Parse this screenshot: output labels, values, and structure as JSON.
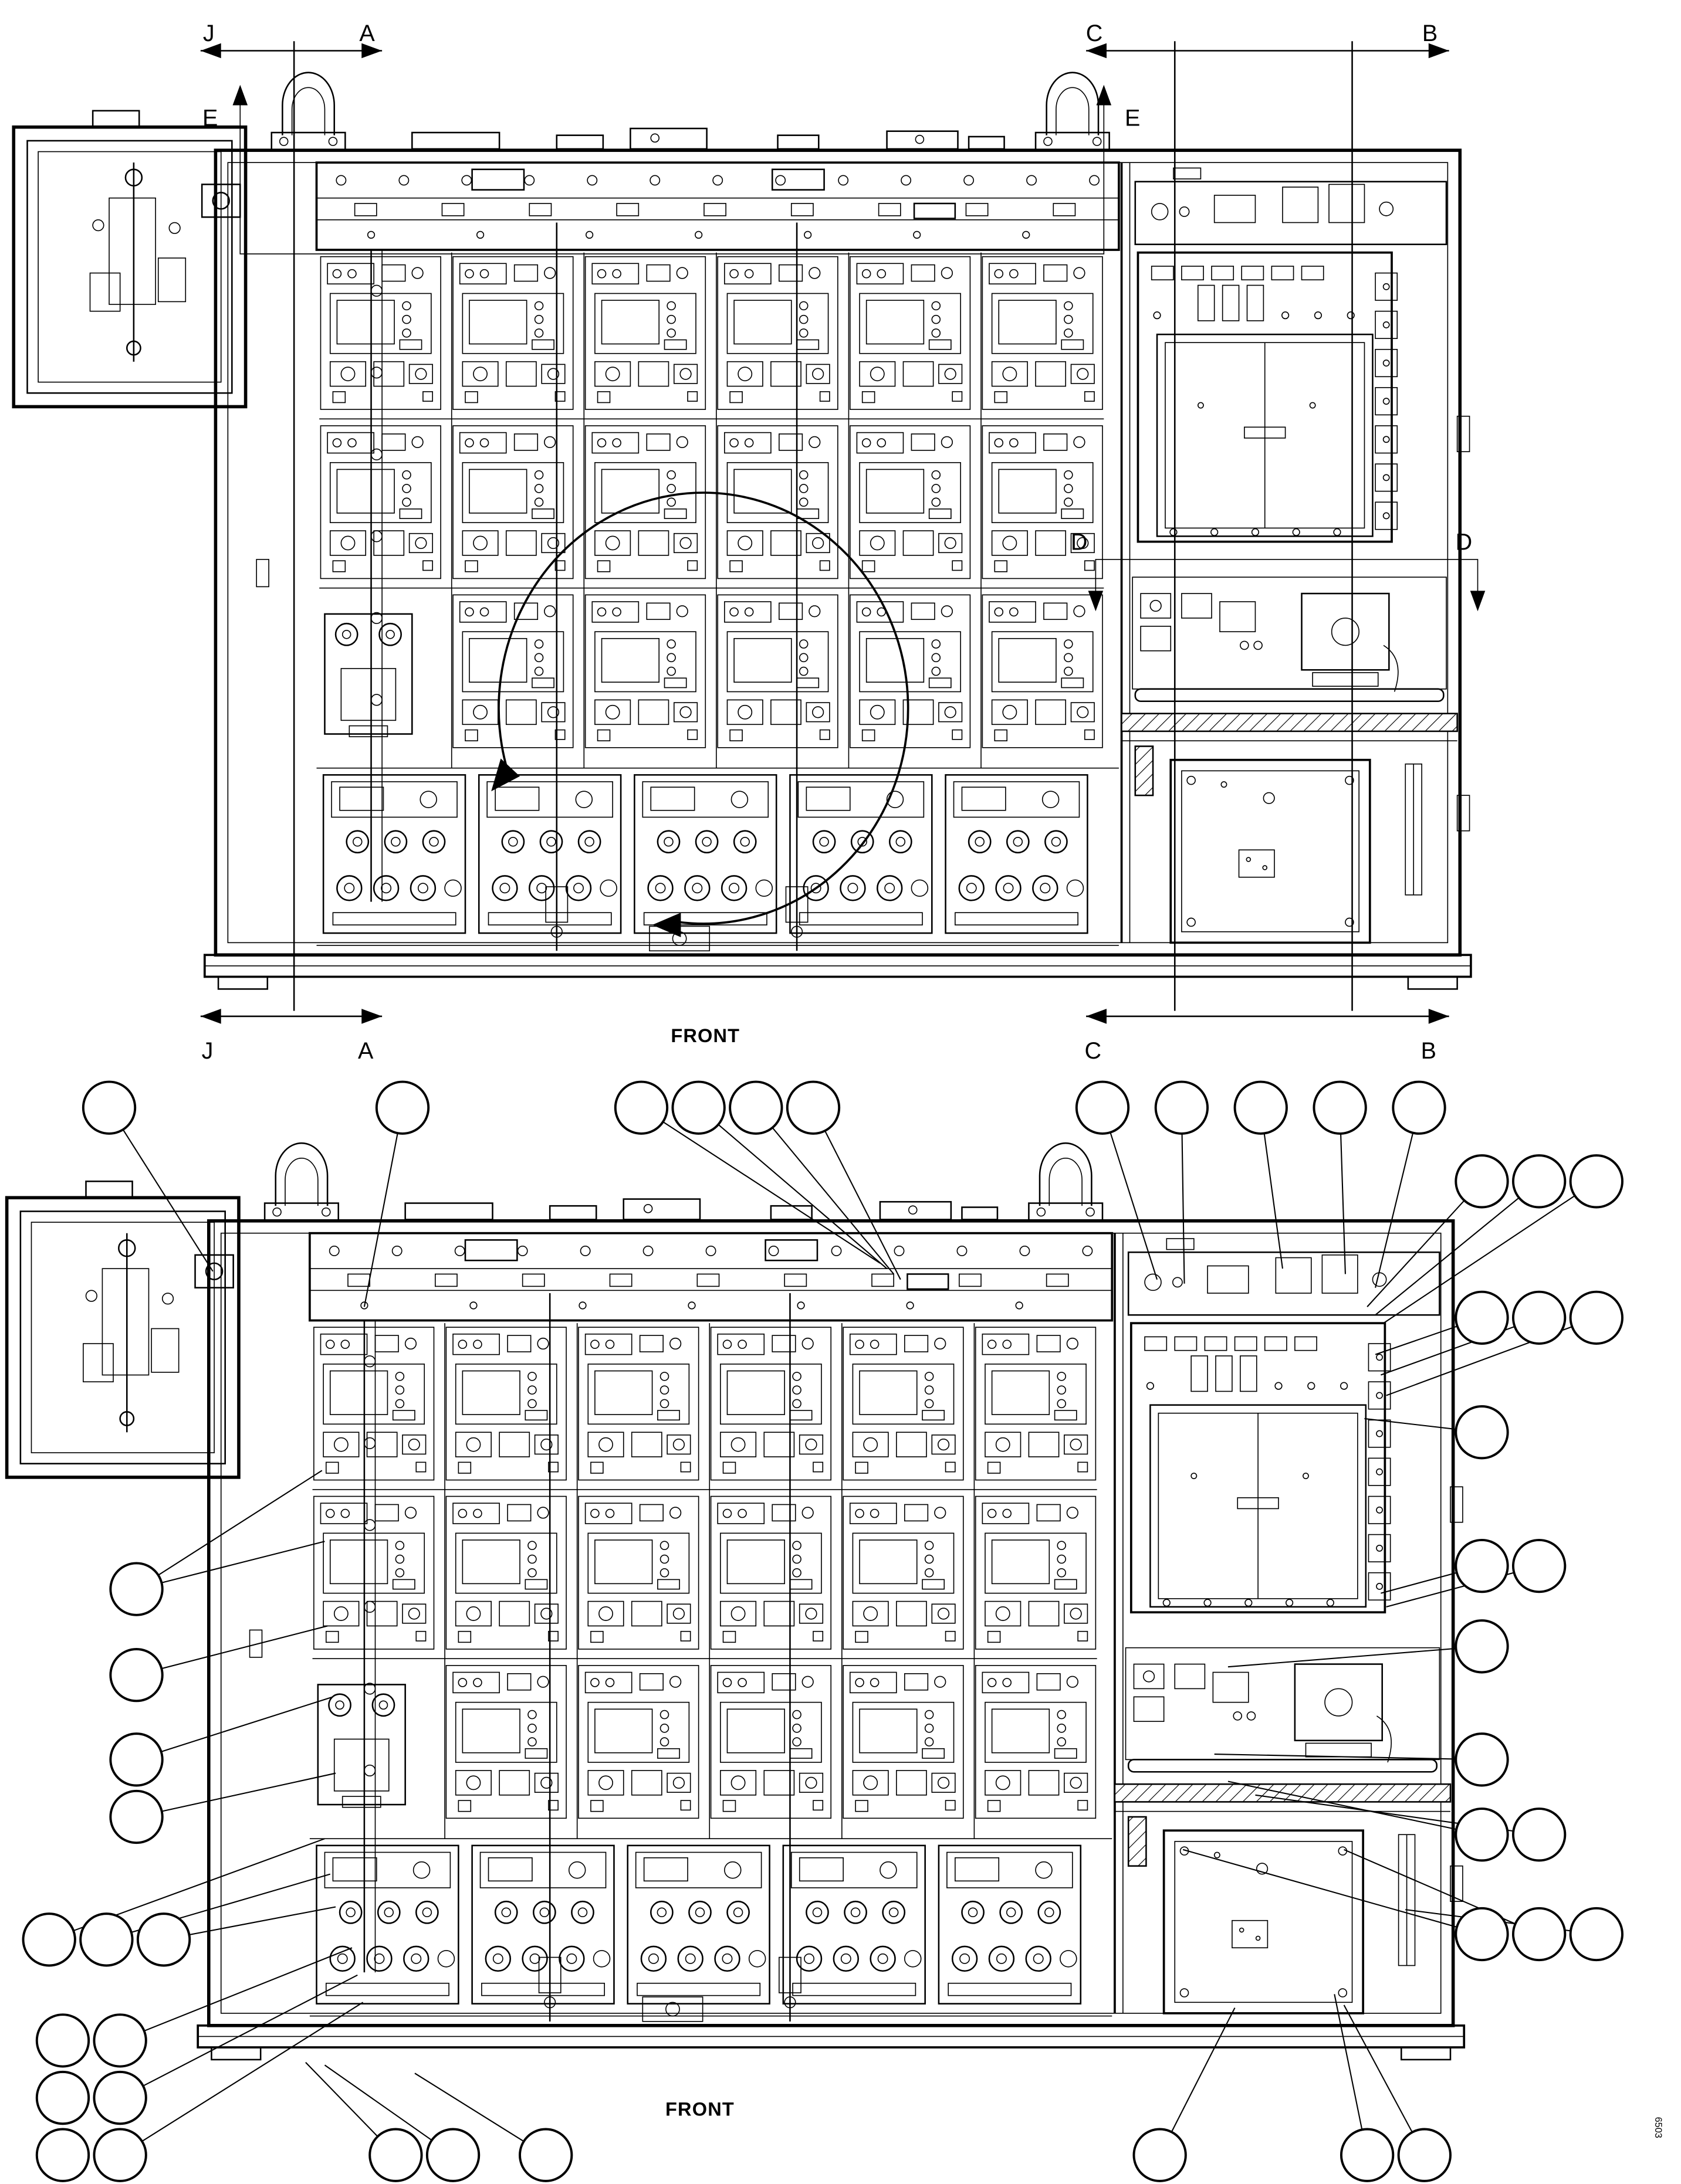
{
  "drawing": {
    "type": "technical-assembly-diagram",
    "description": "Electrical equipment cabinet drawing; upper view with section cutting-plane markers, lower view with parts callout balloons",
    "ink": "#000000",
    "background": "#ffffff"
  },
  "markers": {
    "J": "J",
    "A": "A",
    "B": "B",
    "C": "C",
    "D": "D",
    "E": "E"
  },
  "top_view": {
    "front_label": "FRONT"
  },
  "bottom_view": {
    "front_label": "FRONT",
    "doc_code": "6503",
    "callout_count": 46
  }
}
